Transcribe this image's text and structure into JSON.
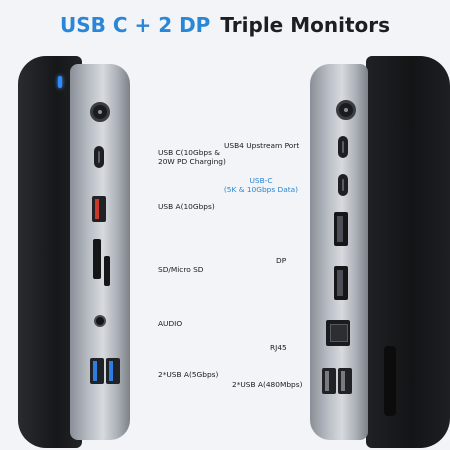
{
  "heading": {
    "part1": "USB C + 2 DP",
    "part2": "Triple Monitors"
  },
  "colors": {
    "accent": "#2a86d6",
    "text": "#1a1b1e",
    "background": "#f2f4f7",
    "led": "#2f8cff"
  },
  "left_labels": {
    "usbc_line1": "USB C(10Gbps &",
    "usbc_line2": "20W PD Charging)",
    "usba": "USB A(10Gbps)",
    "sd": "SD/Micro SD",
    "audio": "AUDIO",
    "usba_double": "2*USB A(5Gbps)"
  },
  "right_labels": {
    "usb4": "USB4 Upstream Port",
    "usbc_line1": "USB-C",
    "usbc_line2": "(5K & 10Gbps Data)",
    "dp": "DP",
    "rj45": "RJ45",
    "usba_double": "2*USB A(480Mbps)"
  },
  "icons": {
    "power_port": "dc-power-port-icon",
    "status_led": "led-indicator-icon"
  }
}
